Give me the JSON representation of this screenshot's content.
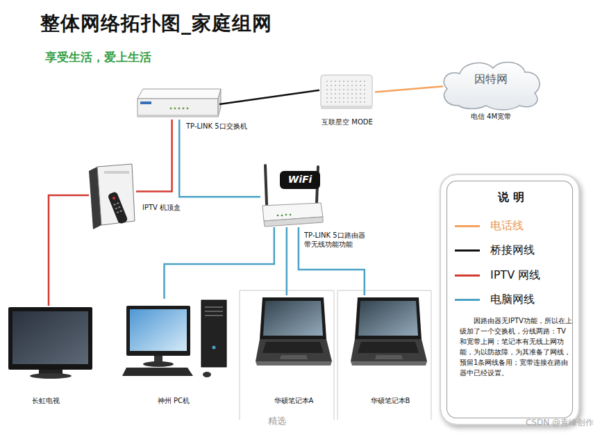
{
  "diagram": {
    "title": "整体网络拓扑图_家庭组网",
    "nodes": [
      {
        "text": [
          "TP-LINK 5口交换机"
        ]
      },
      {
        "text": [
          "互联星空 MODE"
        ]
      },
      {
        "text": [
          "因特网",
          "电信 4M宽带"
        ]
      },
      {
        "text": [
          "IPTV 机顶盒"
        ]
      },
      {
        "text": [
          "TP-LINK 5口路由器 带无线功能功能"
        ]
      },
      {
        "text": [
          "长虹电视"
        ]
      },
      {
        "text": [
          "神州 PC机"
        ]
      },
      {
        "text": [
          "华硕笔记本A"
        ]
      },
      {
        "text": [
          "华硕笔记本B"
        ]
      },
      {
        "text": [
          "说 明",
          "因路由器无IPTV功能，所以在上级加了一个交换机，分线两路：TV和宽带上网；笔记本有无线上网功能，为以防故障，为其准备了网线，预留1条网线备用；宽带连接在路由器中已经设置。"
        ]
      }
    ],
    "edges": [
      {
        "from": 1,
        "to": 2,
        "arrow": "none"
      },
      {
        "from": 0,
        "to": 1,
        "arrow": "none"
      },
      {
        "from": 0,
        "to": 3,
        "arrow": "none"
      },
      {
        "from": 3,
        "to": 5,
        "arrow": "none"
      },
      {
        "from": 0,
        "to": 4,
        "arrow": "none"
      },
      {
        "from": 4,
        "to": 6,
        "arrow": "none"
      },
      {
        "from": 4,
        "to": 7,
        "arrow": "none"
      },
      {
        "from": 4,
        "to": 8,
        "arrow": "none"
      }
    ],
    "labels": [
      "享受生活，爱上生活",
      "WiFi",
      "精选",
      "CSDN @青峰创作"
    ],
    "legend": [
      {
        "text": "电话线",
        "color": "#f5a35c"
      },
      {
        "text": "桥接网线",
        "color": "#111111"
      },
      {
        "text": "IPTV 网线",
        "color": "#d23b32"
      },
      {
        "text": "电脑网线",
        "color": "#4ba3c7"
      }
    ]
  }
}
